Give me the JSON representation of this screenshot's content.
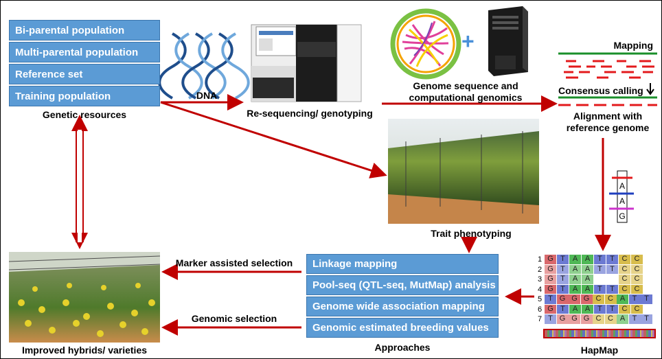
{
  "resources": {
    "items": [
      "Bi-parental population",
      "Multi-parental population",
      "Reference set",
      "Training population"
    ],
    "caption": "Genetic resources"
  },
  "dna_label": "DNA",
  "sequencer_label": "Re-sequencing/ genotyping",
  "genome_label": "Genome sequence and computational genomics",
  "plus_symbol": "+",
  "alignment": {
    "mapping": "Mapping",
    "consensus": "Consensus calling",
    "caption": "Alignment with reference genome"
  },
  "phenotyping_label": "Trait phenotyping",
  "snp_letters": [
    "A",
    "A",
    "G"
  ],
  "approaches": {
    "items": [
      "Linkage mapping",
      "Pool-seq (QTL-seq, MutMap) analysis",
      "Genome wide association mapping",
      "Genomic estimated breeding values"
    ],
    "caption": "Approaches"
  },
  "selection": {
    "mas": "Marker assisted selection",
    "gs": "Genomic selection"
  },
  "improved_label": "Improved hybrids/ varieties",
  "hapmap": {
    "caption": "HapMap",
    "rows": [
      {
        "num": "1",
        "bases": [
          "G",
          "T",
          "A",
          "A",
          "T",
          "T",
          "C",
          "C"
        ]
      },
      {
        "num": "2",
        "bases": [
          "G",
          "T",
          "A",
          "A",
          "T",
          "T",
          "C",
          "C"
        ]
      },
      {
        "num": "3",
        "bases": [
          "G",
          "T",
          "A",
          "A",
          "",
          "",
          "C",
          "C"
        ]
      },
      {
        "num": "4",
        "bases": [
          "G",
          "T",
          "A",
          "A",
          "T",
          "T",
          "C",
          "C"
        ]
      },
      {
        "num": "5",
        "bases": [
          "T",
          "G",
          "G",
          "G",
          "C",
          "C",
          "A",
          "T",
          "T"
        ]
      },
      {
        "num": "6",
        "bases": [
          "G",
          "T",
          "A",
          "A",
          "T",
          "T",
          "C",
          "C"
        ]
      },
      {
        "num": "7",
        "bases": [
          "T",
          "G",
          "G",
          "G",
          "C",
          "C",
          "A",
          "T",
          "T"
        ]
      }
    ]
  },
  "colors": {
    "arrow": "#c00000",
    "box_blue": "#5b9bd5",
    "mapping_green": "#1a8f2a",
    "read_red": "#e31a1c"
  }
}
